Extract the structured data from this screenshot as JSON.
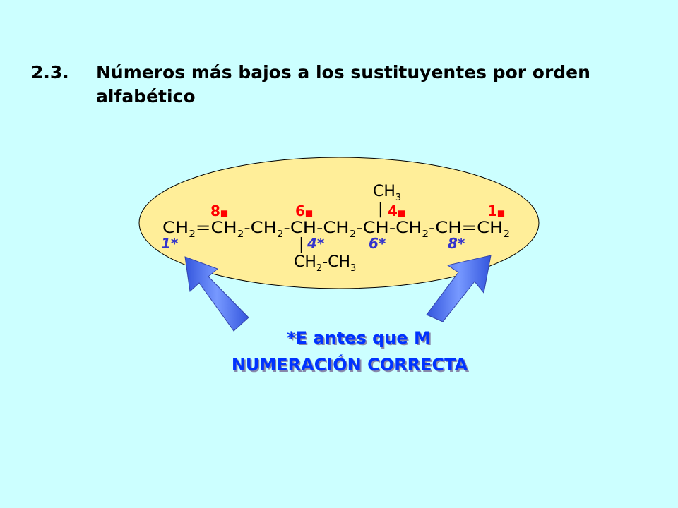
{
  "heading": {
    "number": "2.3.",
    "text": "Números más bajos a los sustituyentes por orden alfabético"
  },
  "molecule": {
    "top_group": [
      "CH",
      "3"
    ],
    "main_chain": [
      [
        "CH",
        "2"
      ],
      [
        "=CH",
        "2"
      ],
      [
        "-CH",
        "2"
      ],
      [
        "-CH-CH",
        "2"
      ],
      [
        "-CH-CH",
        "2"
      ],
      [
        "-CH=CH",
        "2"
      ]
    ],
    "bottom_group": [
      [
        "CH",
        "2"
      ],
      [
        "-CH",
        "3"
      ]
    ],
    "bond_vertical": "|"
  },
  "numbering_wrong": [
    {
      "label": "8",
      "mark": "■"
    },
    {
      "label": "6",
      "mark": "■"
    },
    {
      "label": "4",
      "mark": "■"
    },
    {
      "label": "1",
      "mark": "■"
    }
  ],
  "numbering_correct": [
    "1*",
    "4*",
    "6*",
    "8*"
  ],
  "caption": {
    "line1": "*E antes que M",
    "line2": "NUMERACIÓN CORRECTA"
  },
  "colors": {
    "background": "#ccffff",
    "ellipse": "#ffee99",
    "wrong_numbers": "#ff0000",
    "correct_numbers": "#3333cc",
    "arrow": "#5577ee",
    "caption": "#0033ff"
  }
}
